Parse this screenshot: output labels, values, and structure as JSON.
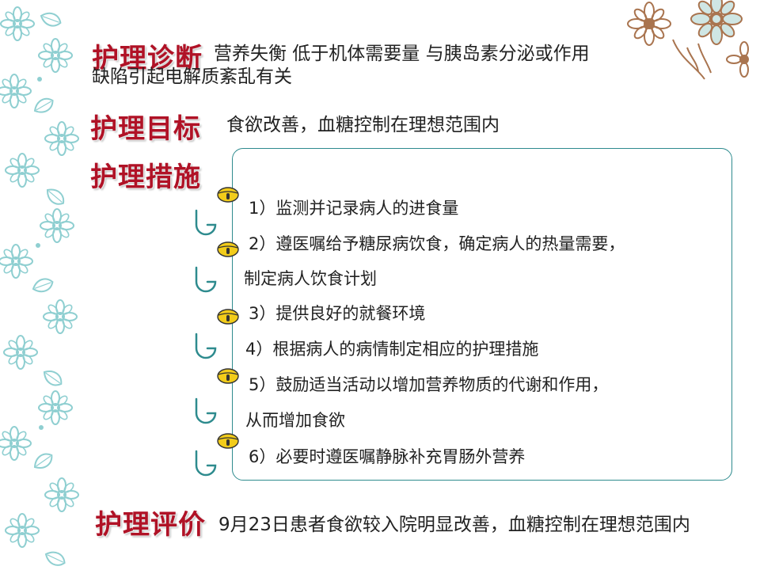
{
  "diagnosis": {
    "heading": "护理诊断",
    "line1": "营养失衡 低于机体需要量   与胰岛素分泌或作用",
    "line2": "缺陷引起电解质紊乱有关"
  },
  "goal": {
    "heading": "护理目标",
    "text": "食欲改善，血糖控制在理想范围内"
  },
  "measures": {
    "heading": "护理措施",
    "items": [
      "1）监测并记录病人的进食量",
      "2）遵医嘱给予糖尿病饮食，确定病人的热量需要，",
      "制定病人饮食计划",
      "3）提供良好的就餐环境",
      "4）根据病人的病情制定相应的护理措施",
      "5）鼓励适当活动以增加营养物质的代谢和作用，",
      "从而增加食欲",
      "6）必要时遵医嘱静脉补充胃肠外营养"
    ]
  },
  "evaluation": {
    "heading": "护理评价",
    "text": "9月23日患者食欲较入院明显改善，血糖控制在理想范围内"
  },
  "colors": {
    "heading": "#b01226",
    "box_border": "#2e8b8e",
    "bell": "#f2cc1a",
    "hook": "#2e8b8e",
    "floral_left": "#8fcfd1",
    "floral_corner": "#a9744f"
  },
  "icons": [
    "bell-icon",
    "hook-icon",
    "floral-pattern",
    "floral-corner-ornament"
  ]
}
